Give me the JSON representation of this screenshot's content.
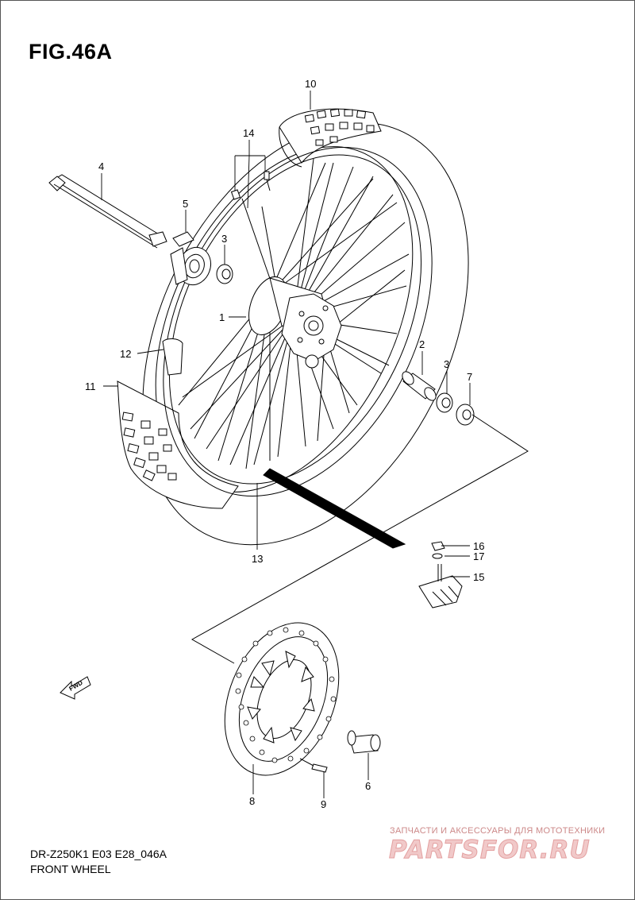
{
  "figure": {
    "title": "FIG.46A"
  },
  "footer": {
    "model_code": "DR-Z250K1 E03 E28_046A",
    "section": "FRONT WHEEL"
  },
  "fwd_label": "FWD",
  "watermark": {
    "subtitle": "ЗАПЧАСТИ И АКСЕССУАРЫ ДЛЯ МОТОТЕХНИКИ",
    "logo": "PARTSFOR.RU"
  },
  "callouts": {
    "c1": "1",
    "c2": "2",
    "c3a": "3",
    "c3b": "3",
    "c4": "4",
    "c5": "5",
    "c6": "6",
    "c7": "7",
    "c8": "8",
    "c9": "9",
    "c10": "10",
    "c11": "11",
    "c12": "12",
    "c13": "13",
    "c14": "14",
    "c15": "15",
    "c16": "16",
    "c17": "17"
  }
}
